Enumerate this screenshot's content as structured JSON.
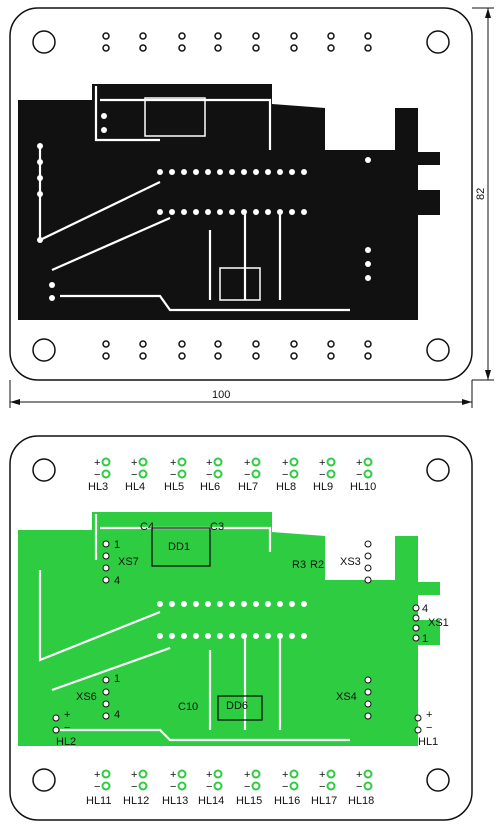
{
  "dimensions": {
    "width": "100",
    "height": "82"
  },
  "top_leds": [
    "HL3",
    "HL4",
    "HL5",
    "HL6",
    "HL7",
    "HL8",
    "HL9",
    "HL10"
  ],
  "bottom_leds": [
    "HL11",
    "HL12",
    "HL13",
    "HL14",
    "HL15",
    "HL16",
    "HL17",
    "HL18"
  ],
  "polarity": {
    "plus": "+",
    "minus": "−"
  },
  "components": {
    "c4": "C4",
    "dd1": "DD1",
    "c3": "C3",
    "xs7": "XS7",
    "xs3": "XS3",
    "r3": "R3",
    "r2": "R2",
    "xs1": "XS1",
    "xs6": "XS6",
    "xs4": "XS4",
    "c10": "C10",
    "dd6": "DD6",
    "hl2": "HL2",
    "hl1": "HL1"
  },
  "pins": {
    "one": "1",
    "four": "4"
  },
  "colors": {
    "copper_dark": "#111111",
    "copper_green": "#2ecc40",
    "board": "#ffffff"
  }
}
